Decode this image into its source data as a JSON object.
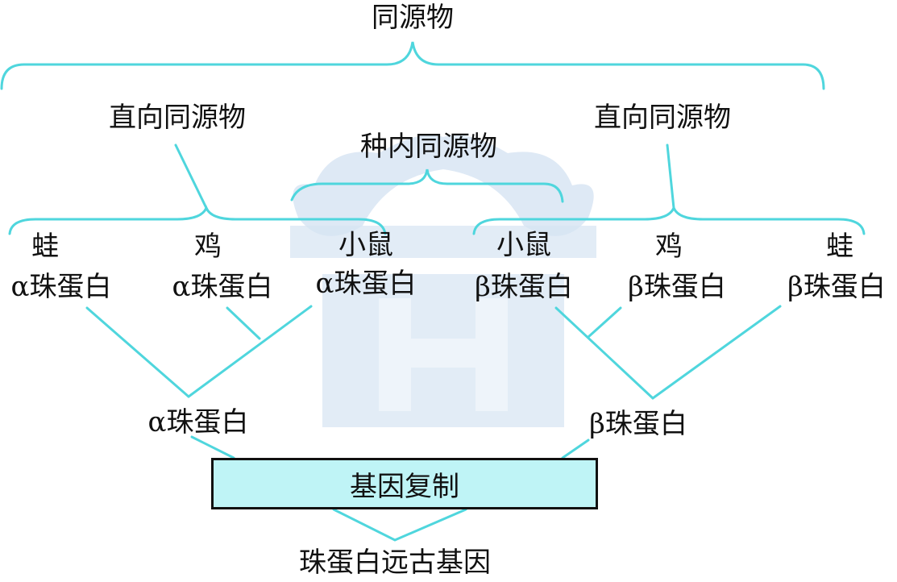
{
  "colors": {
    "line": "#4fd6dd",
    "box_fill": "#bff4f6",
    "watermark": "#d6e4f2"
  },
  "diagram": {
    "title": "同源物",
    "orthologs_left": "直向同源物",
    "paralogs": "种内同源物",
    "orthologs_right": "直向同源物",
    "species": [
      {
        "name": "蛙",
        "protein": "α珠蛋白"
      },
      {
        "name": "鸡",
        "protein": "α珠蛋白"
      },
      {
        "name": "小鼠",
        "protein": "α珠蛋白"
      },
      {
        "name": "小鼠",
        "protein": "β珠蛋白"
      },
      {
        "name": "鸡",
        "protein": "β珠蛋白"
      },
      {
        "name": "蛙",
        "protein": "β珠蛋白"
      }
    ],
    "alpha_ancestor": "α珠蛋白",
    "beta_ancestor": "β珠蛋白",
    "duplication": "基因复制",
    "root": "珠蛋白远古基因"
  }
}
